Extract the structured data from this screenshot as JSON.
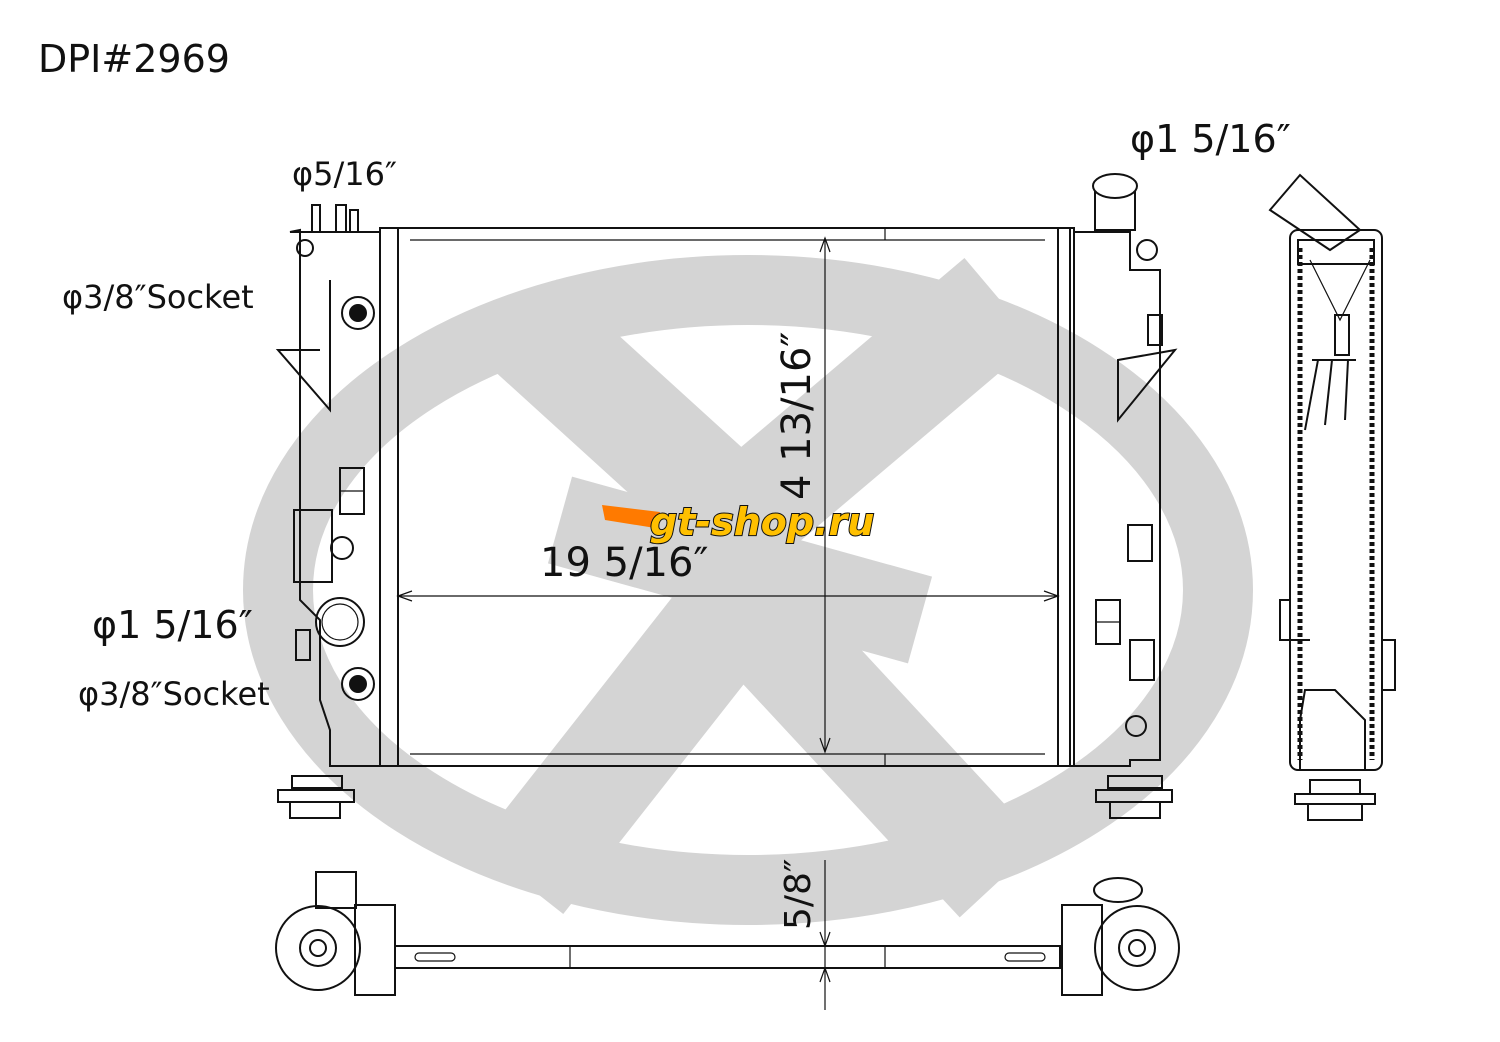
{
  "part_number": "DPI#2969",
  "labels": {
    "top_left_fitting": "φ5/16″",
    "upper_socket": "φ3/8″Socket",
    "lower_socket": "φ3/8″Socket",
    "left_outlet": "φ1 5/16″",
    "right_inlet": "φ1 5/16″",
    "core_height": "4 13/16″",
    "core_width": "19 5/16″",
    "core_thickness": "5/8″"
  },
  "watermark": {
    "text": "gt-shop.ru",
    "color_primary": "#ff7a00",
    "color_secondary": "#ffc000"
  },
  "colors": {
    "line": "#111111",
    "background_logo": "#d4d4d4"
  }
}
